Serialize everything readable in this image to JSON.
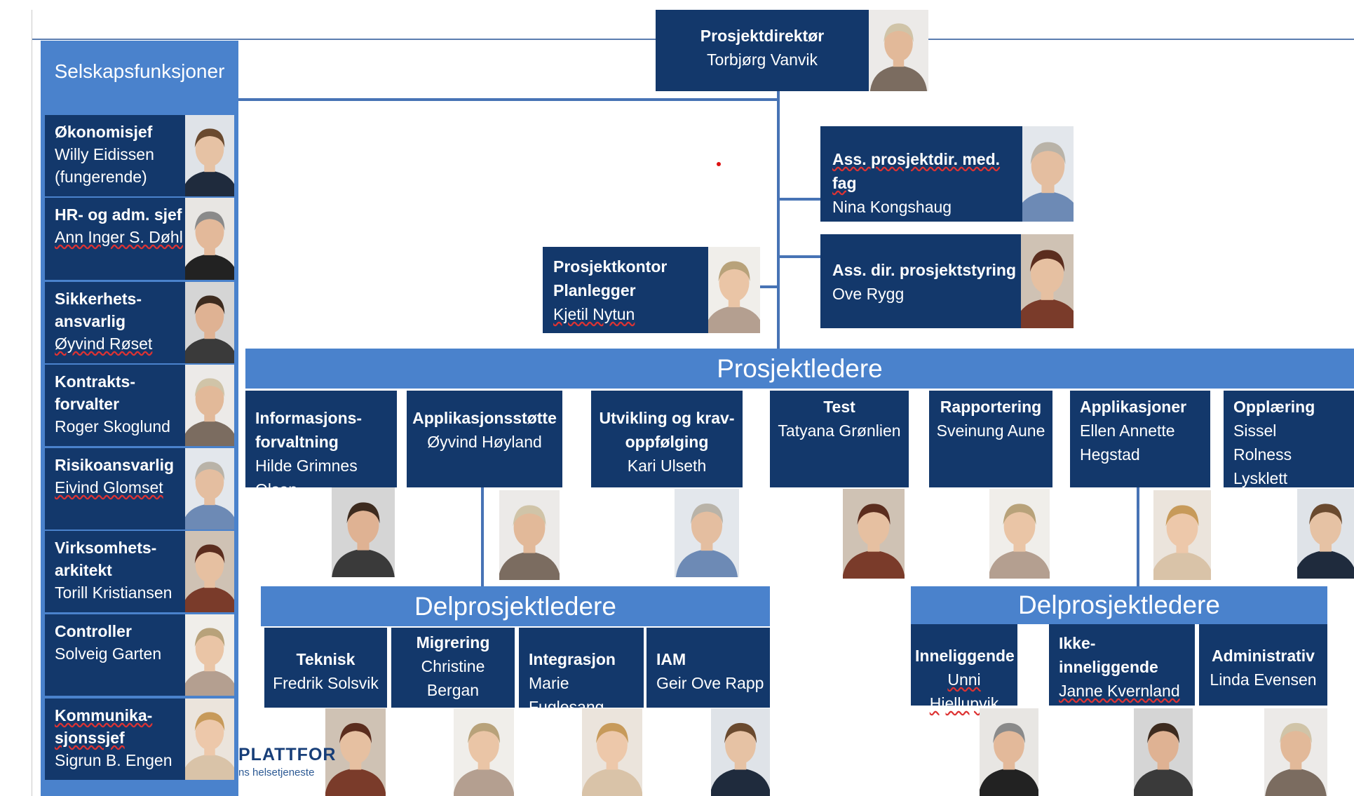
{
  "sidebar": {
    "header": "Selskapsfunksjoner",
    "items": [
      {
        "title_lines": [
          "Økonomisjef"
        ],
        "name_lines": [
          "Willy Eidissen",
          "(fungerende)"
        ]
      },
      {
        "title_lines": [
          "HR- og adm. sjef"
        ],
        "name_lines": [
          "Ann Inger S. Døhl"
        ]
      },
      {
        "title_lines": [
          "Sikkerhets-",
          "ansvarlig"
        ],
        "name_lines": [
          "Øyvind Røset"
        ]
      },
      {
        "title_lines": [
          "Kontrakts-",
          "forvalter"
        ],
        "name_lines": [
          "Roger Skoglund"
        ]
      },
      {
        "title_lines": [
          "Risikoansvarlig"
        ],
        "name_lines": [
          "Eivind Glomset"
        ]
      },
      {
        "title_lines": [
          "Virksomhets-",
          "arkitekt"
        ],
        "name_lines": [
          "Torill Kristiansen"
        ]
      },
      {
        "title_lines": [
          "Controller"
        ],
        "name_lines": [
          "Solveig Garten"
        ]
      },
      {
        "title_lines": [
          "Kommunika-",
          "sjonssjef"
        ],
        "name_lines": [
          "Sigrun B. Engen"
        ]
      }
    ]
  },
  "director": {
    "title": "Prosjektdirektør",
    "name": "Torbjørg Vanvik"
  },
  "assistants": [
    {
      "title": "Ass. prosjektdir. med. fag",
      "name": "Nina Kongshaug"
    },
    {
      "title": "Ass. dir. prosjektstyring",
      "name": "Ove Rygg"
    }
  ],
  "office": {
    "title_lines": [
      "Prosjektkontor",
      "Planlegger"
    ],
    "name": "Kjetil Nytun"
  },
  "project_leaders": {
    "header": "Prosjektledere",
    "items": [
      {
        "title_lines": [
          "Informasjons-",
          "forvaltning"
        ],
        "name_lines": [
          "Hilde Grimnes Olsen"
        ]
      },
      {
        "title_lines": [
          "Applikasjonsstøtte"
        ],
        "name_lines": [
          "Øyvind Høyland"
        ]
      },
      {
        "title_lines": [
          "Utvikling og krav-",
          "oppfølging"
        ],
        "name_lines": [
          "Kari Ulseth"
        ]
      },
      {
        "title_lines": [
          "Test"
        ],
        "name_lines": [
          "Tatyana Grønlien"
        ]
      },
      {
        "title_lines": [
          "Rapportering"
        ],
        "name_lines": [
          "Sveinung Aune"
        ]
      },
      {
        "title_lines": [
          "Applikasjoner"
        ],
        "name_lines": [
          "Ellen Annette",
          "Hegstad"
        ]
      },
      {
        "title_lines": [
          "Opplæring"
        ],
        "name_lines": [
          "Sissel",
          "Rolness Lysklett"
        ]
      }
    ]
  },
  "subproject_left": {
    "header": "Delprosjektledere",
    "items": [
      {
        "title_lines": [
          "Teknisk"
        ],
        "name_lines": [
          "Fredrik Solsvik"
        ]
      },
      {
        "title_lines": [
          "Migrering"
        ],
        "name_lines": [
          "Christine",
          "Bergan"
        ]
      },
      {
        "title_lines": [
          "Integrasjon"
        ],
        "name_lines": [
          "Marie Fuglesang"
        ]
      },
      {
        "title_lines": [
          "IAM"
        ],
        "name_lines": [
          "Geir Ove Rapp"
        ]
      }
    ]
  },
  "subproject_right": {
    "header": "Delprosjektledere",
    "items": [
      {
        "title_lines": [
          "Inneliggende"
        ],
        "name_lines": [
          "Unni Hjellupvik"
        ]
      },
      {
        "title_lines": [
          "Ikke-",
          "inneliggende"
        ],
        "name_lines": [
          "Janne Kvernland"
        ]
      },
      {
        "title_lines": [
          "Administrativ"
        ],
        "name_lines": [
          "Linda Evensen"
        ]
      }
    ]
  },
  "logo": {
    "text": "PLATTFOR",
    "subtext": "ns helsetjeneste"
  },
  "colors": {
    "box": "#13386b",
    "band": "#4a82cc",
    "line": "#4773b5"
  }
}
